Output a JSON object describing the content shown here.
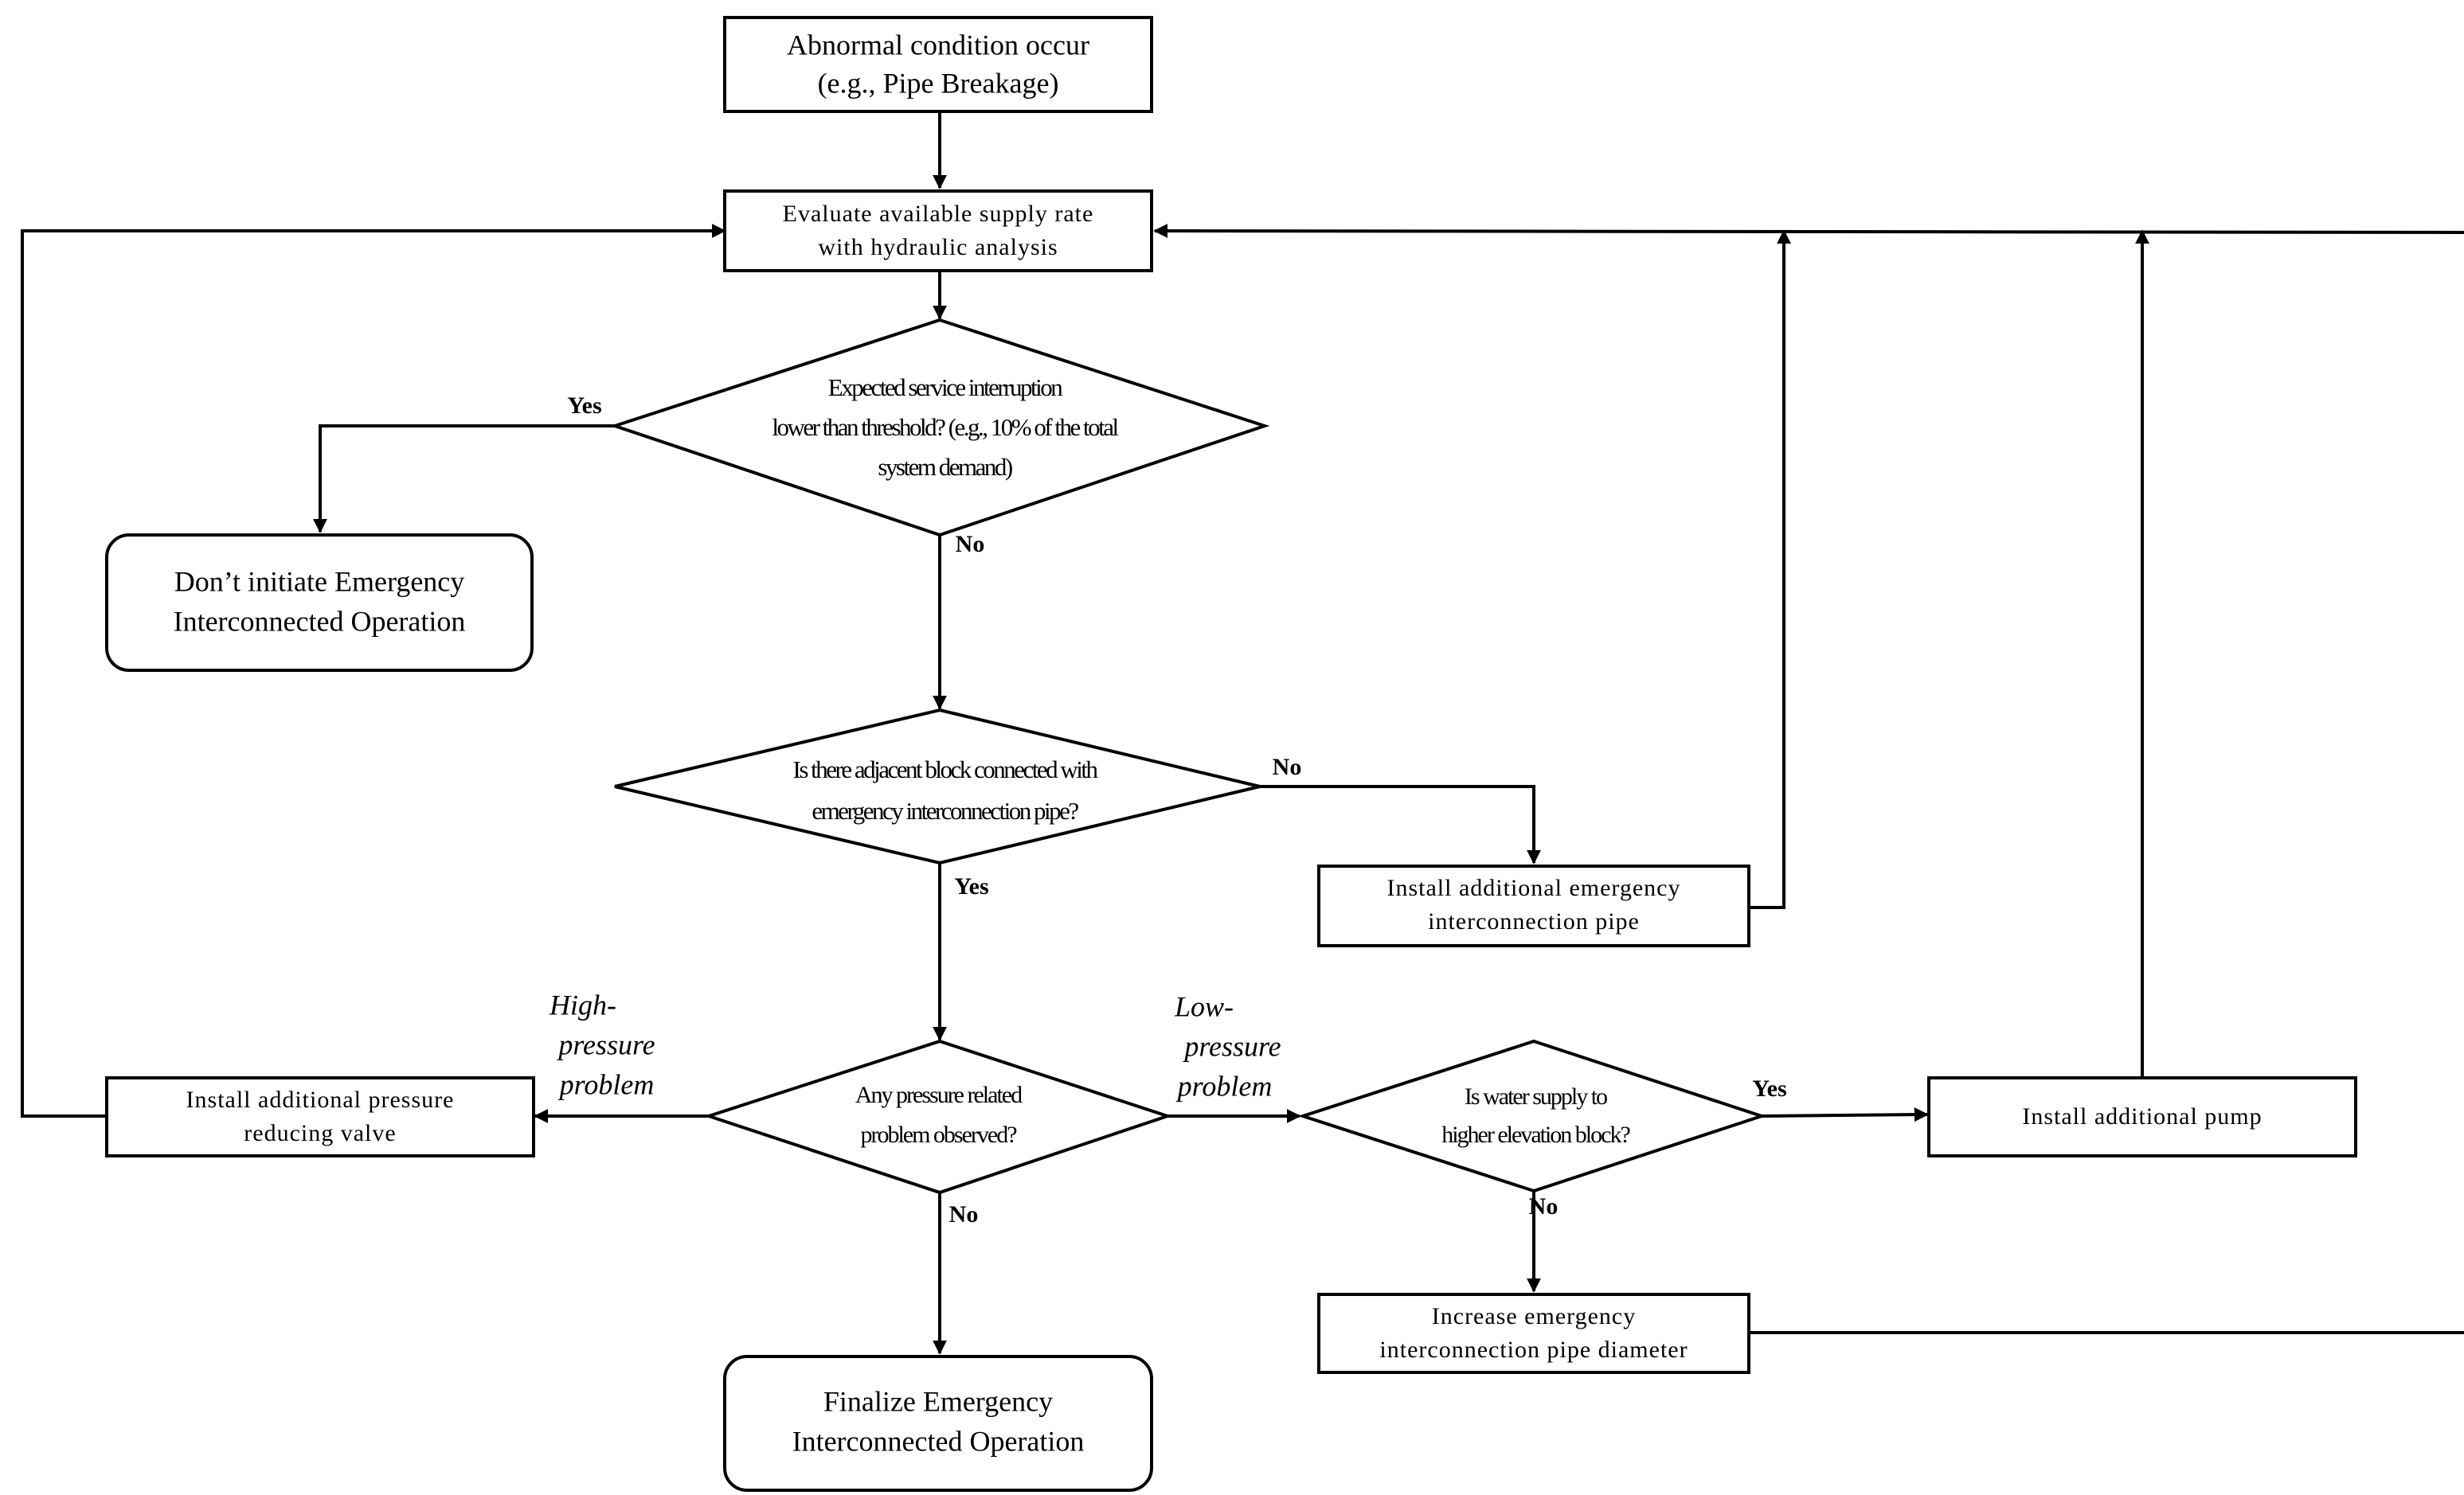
{
  "nodes": {
    "abnormal": {
      "line1": "Abnormal condition occur",
      "line2": "(e.g., Pipe Breakage)"
    },
    "evaluate": {
      "line1": "Evaluate available supply rate",
      "line2": "with hydraulic analysis"
    },
    "threshold": {
      "line1": "Expected service interruption",
      "line2": "lower than threshold? (e.g., 10% of the total",
      "line3": "system demand)"
    },
    "dont_initiate": {
      "line1": "Don’t initiate Emergency",
      "line2": "Interconnected Operation"
    },
    "adjacent": {
      "line1": "Is there adjacent block connected with",
      "line2": "emergency interconnection pipe?"
    },
    "install_pipe": {
      "line1": "Install additional emergency",
      "line2": "interconnection pipe"
    },
    "pressure": {
      "line1": "Any pressure related",
      "line2": "problem observed?"
    },
    "install_prv": {
      "line1": "Install additional pressure",
      "line2": "reducing valve"
    },
    "elevation": {
      "line1": "Is water supply to",
      "line2": "higher elevation block?"
    },
    "install_pump": {
      "line1": "Install additional pump"
    },
    "increase_diameter": {
      "line1": "Increase emergency",
      "line2": "interconnection pipe diameter"
    },
    "finalize": {
      "line1": "Finalize Emergency",
      "line2": "Interconnected Operation"
    }
  },
  "edge_labels": {
    "threshold_yes": "Yes",
    "threshold_no": "No",
    "adjacent_no": "No",
    "adjacent_yes": "Yes",
    "high_pressure_1": "High-",
    "high_pressure_2": "pressure",
    "high_pressure_3": "problem",
    "low_pressure_1": "Low-",
    "low_pressure_2": "pressure",
    "low_pressure_3": "problem",
    "pressure_no": "No",
    "elevation_yes": "Yes",
    "elevation_no": "No"
  },
  "colors": {
    "stroke": "#000000",
    "background": "#ffffff"
  }
}
